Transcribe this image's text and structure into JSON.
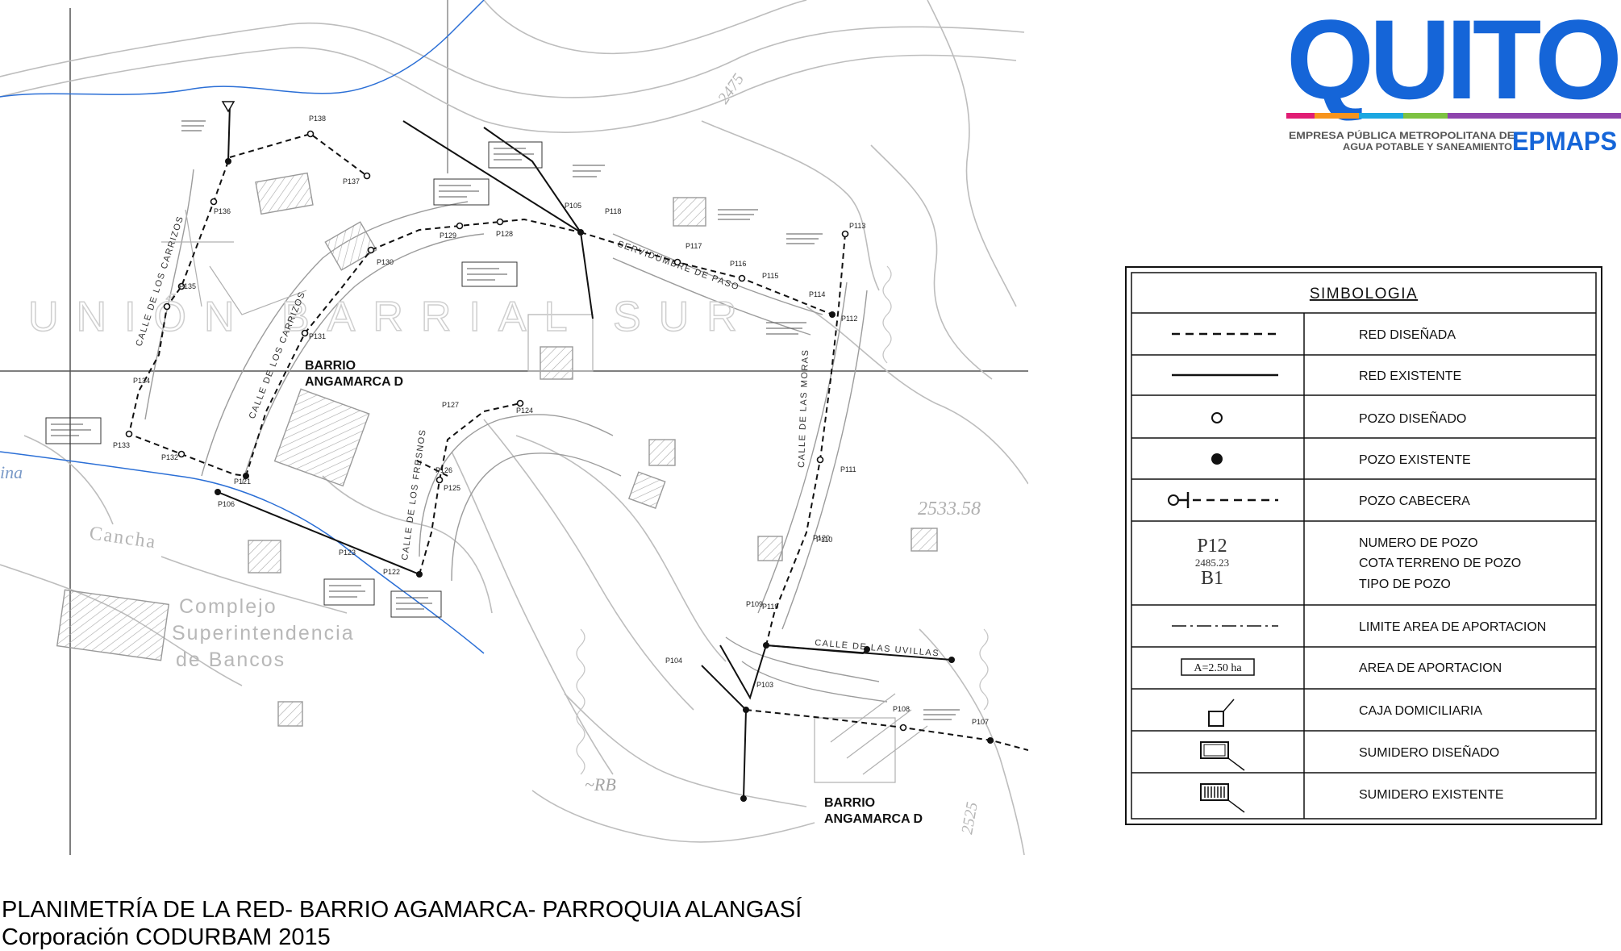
{
  "map": {
    "area_label": "UNIÓN BARRIAL SUR",
    "barrio_label_1": "BARRIO",
    "barrio_label_2": "ANGAMARCA D",
    "barrio2_label_1": "BARRIO",
    "barrio2_label_2": "ANGAMARCA D",
    "streets": {
      "carrizos_upper": "CALLE DE LOS CARRIZOS",
      "carrizos_lower": "CALLE DE LOS CARRIZOS",
      "fresnos": "CALLE DE LOS FRESNOS",
      "servidumbre": "SERVIDUMBRE DE PASO",
      "moras": "CALLE DE LAS MORAS",
      "uvillas": "CALLE DE LAS UVILLAS"
    },
    "place_labels": {
      "cancha": "Cancha",
      "complejo_1": "Complejo",
      "complejo_2": "Superintendencia",
      "complejo_3": "de Bancos",
      "rb": "~RB",
      "ina": "ina"
    },
    "contours": {
      "c2475": "2475",
      "c2525": "2525",
      "elev": "2533.58"
    },
    "manholes": [
      "P138",
      "P137",
      "P136",
      "P135",
      "P134",
      "P133",
      "P132",
      "P131",
      "P130",
      "P129",
      "P128",
      "P127",
      "P126",
      "P125",
      "P124",
      "P123",
      "P122",
      "P121",
      "P120",
      "P119",
      "P118",
      "P117",
      "P116",
      "P115",
      "P114",
      "P113",
      "P112",
      "P111",
      "P110",
      "P109",
      "P108",
      "P107",
      "P106",
      "P105",
      "P104",
      "P103"
    ],
    "lines": {
      "existing_color": "#000000",
      "designed_color": "#000000",
      "river_color": "#2b6fd6",
      "contour_color": "#b9b9b9"
    }
  },
  "logo": {
    "word": "QUITO",
    "line1": "EMPRESA PÚBLICA METROPOLITANA DE",
    "line2": "AGUA POTABLE Y SANEAMIENTO",
    "acronym": "EPMAPS",
    "blue": "#1565d8",
    "bar_colors": [
      "#e11d74",
      "#f7941d",
      "#1ba7e1",
      "#7dc242",
      "#8e44ad"
    ]
  },
  "legend": {
    "title": "SIMBOLOGIA",
    "rows": [
      {
        "icon": "dashed-line-icon",
        "label": "RED  DISEÑADA"
      },
      {
        "icon": "solid-line-icon",
        "label": "RED  EXISTENTE"
      },
      {
        "icon": "open-circle-icon",
        "label": "POZO  DISEÑADO"
      },
      {
        "icon": "filled-circle-icon",
        "label": "POZO  EXISTENTE"
      },
      {
        "icon": "pozo-cabecera-icon",
        "label": "POZO  CABECERA"
      },
      {
        "icon": "pozo-numero-icon",
        "labels": [
          "NUMERO  DE  POZO",
          "COTA  TERRENO  DE  POZO",
          "TIPO  DE  POZO"
        ],
        "symbol_lines": [
          "P12",
          "2485.23",
          "B1"
        ]
      },
      {
        "icon": "dash-dot-line-icon",
        "label": "LIMITE  AREA  DE  APORTACION"
      },
      {
        "icon": "area-box-icon",
        "label": "AREA  DE  APORTACION",
        "symbol_text": "A=2.50 ha"
      },
      {
        "icon": "caja-domiciliaria-icon",
        "label": "CAJA  DOMICILIARIA"
      },
      {
        "icon": "sumidero-disenado-icon",
        "label": "SUMIDERO  DISEÑADO"
      },
      {
        "icon": "sumidero-existente-icon",
        "label": "SUMIDERO  EXISTENTE"
      }
    ]
  },
  "caption": {
    "line1": "PLANIMETRÍA DE LA RED- BARRIO AGAMARCA- PARROQUIA ALANGASÍ",
    "line2": "Corporación CODURBAM 2015"
  }
}
